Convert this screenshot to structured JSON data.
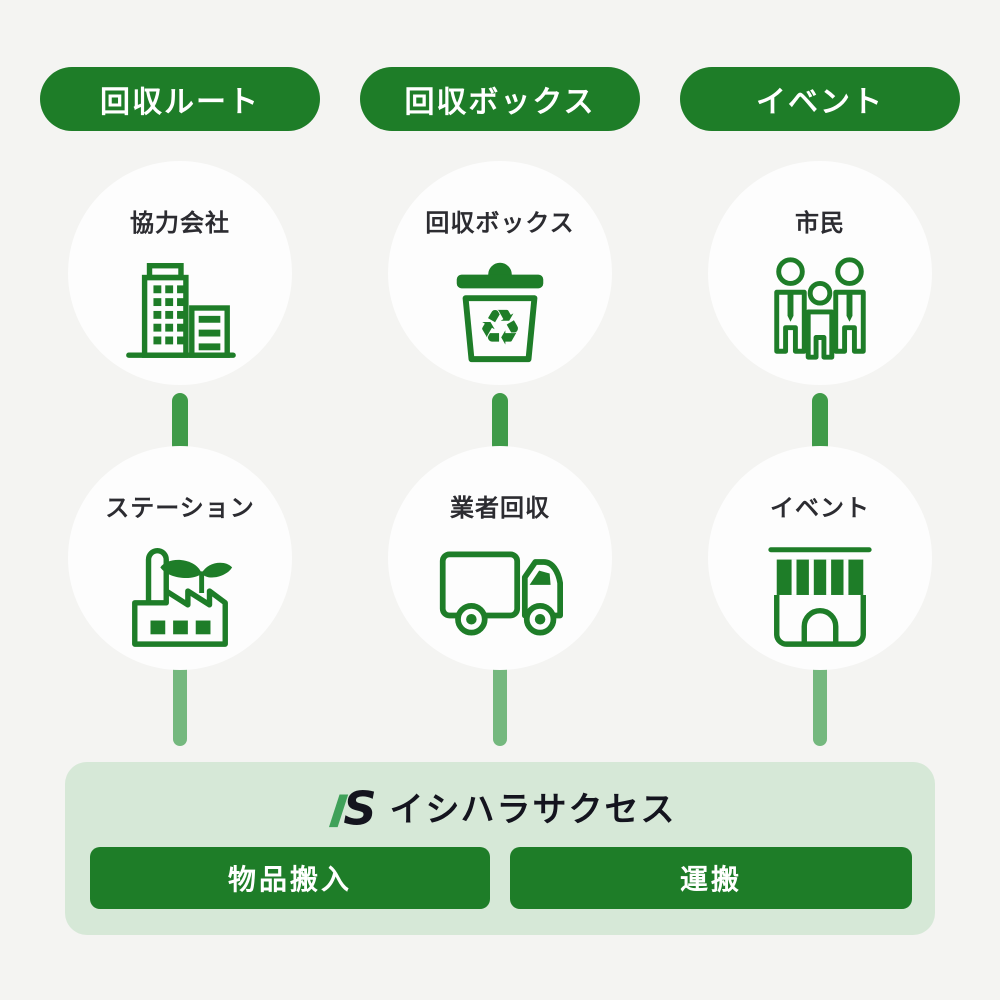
{
  "diagram": {
    "columns": [
      {
        "pill": "回収ルート",
        "top": {
          "label": "協力会社",
          "icon": "office-building-icon"
        },
        "bottom": {
          "label": "ステーション",
          "icon": "eco-factory-icon"
        }
      },
      {
        "pill": "回収ボックス",
        "top": {
          "label": "回収ボックス",
          "icon": "recycle-bin-icon"
        },
        "bottom": {
          "label": "業者回収",
          "icon": "truck-icon"
        }
      },
      {
        "pill": "イベント",
        "top": {
          "label": "市民",
          "icon": "citizens-icon"
        },
        "bottom": {
          "label": "イベント",
          "icon": "storefront-icon"
        }
      }
    ],
    "icons": {
      "recycle_symbol": "♻"
    },
    "footer": {
      "company": "イシハラサクセス",
      "logo_mark": "IS",
      "buttons": [
        {
          "label": "物品搬入"
        },
        {
          "label": "運搬"
        }
      ]
    },
    "colors": {
      "background": "#f4f4f2",
      "primary_green": "#1e7d28",
      "connector_dark_green": "#3f9b49",
      "connector_light_green": "#74b87e",
      "panel_light_green": "#d6e8d7",
      "circle_white": "#fdfdfd",
      "label_text": "#2c2c31",
      "logo_text": "#14141e",
      "logo_slash_green": "#3fa159"
    }
  }
}
